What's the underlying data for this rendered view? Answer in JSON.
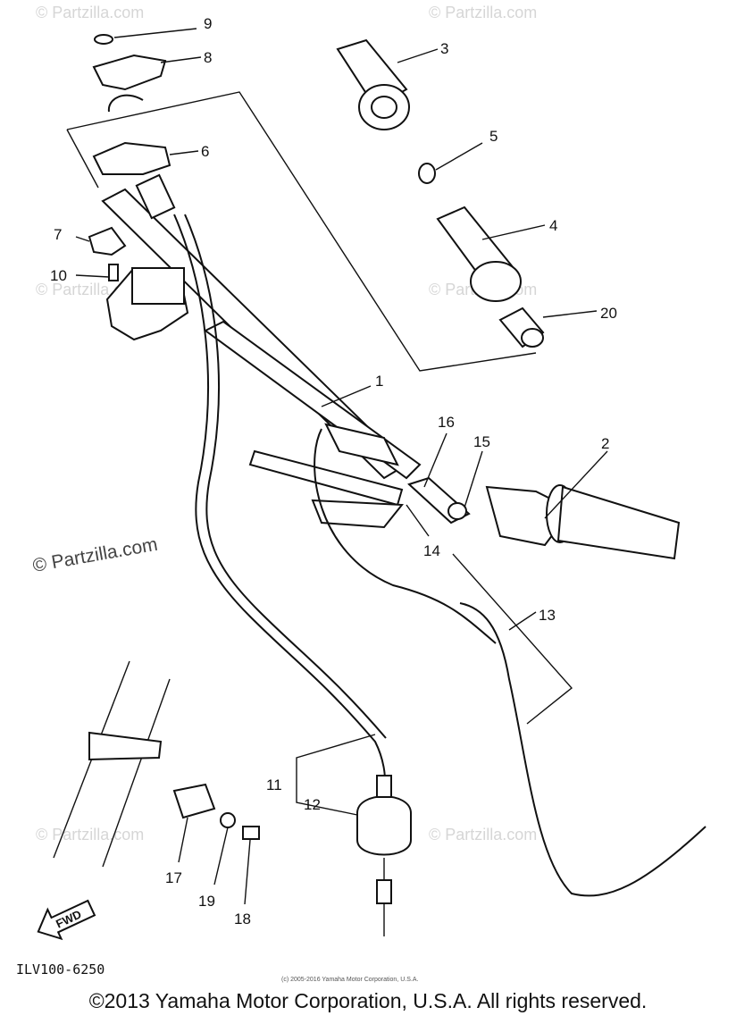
{
  "watermark": "© Partzilla.com",
  "footer": "©2013 Yamaha Motor Corporation, U.S.A. All rights reserved.",
  "fine_print": "(c) 2005-2016 Yamaha Motor Corporation, U.S.A.",
  "diagram_code": "ILV100-6250",
  "fwd_label": "FWD",
  "callouts": {
    "c1": "1",
    "c2": "2",
    "c3": "3",
    "c4": "4",
    "c5": "5",
    "c6": "6",
    "c7": "7",
    "c8": "8",
    "c9": "9",
    "c10": "10",
    "c11": "11",
    "c12": "12",
    "c13": "13",
    "c14": "14",
    "c15": "15",
    "c16": "16",
    "c17": "17",
    "c18": "18",
    "c19": "19",
    "c20": "20"
  }
}
